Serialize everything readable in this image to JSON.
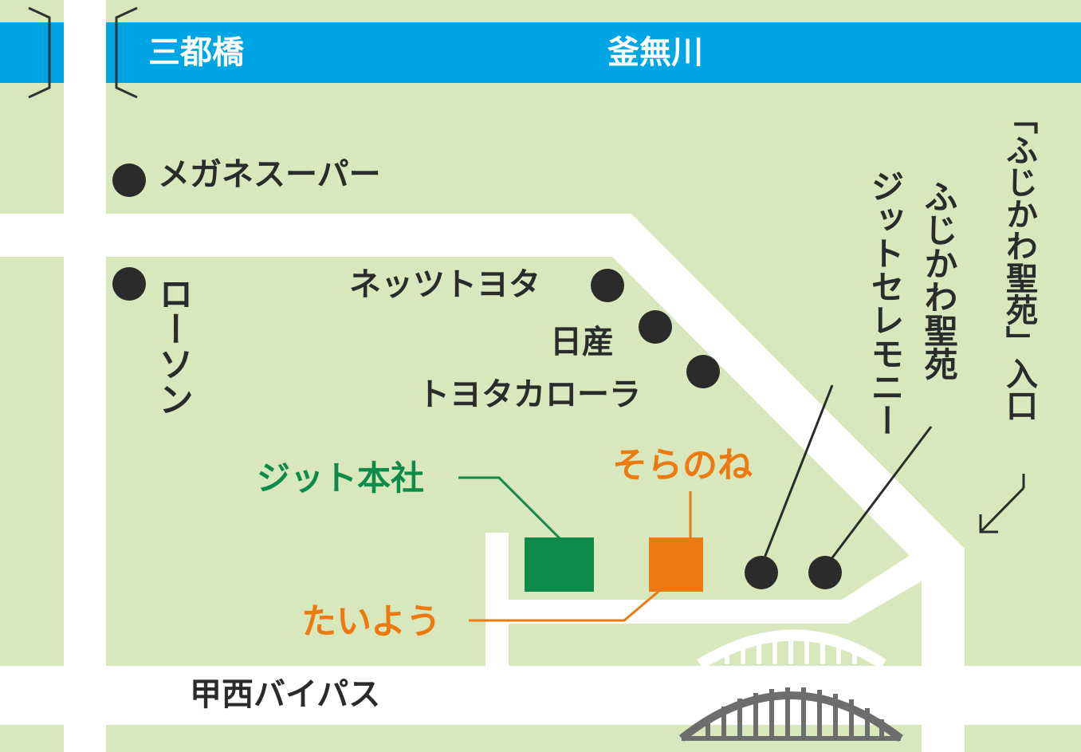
{
  "map": {
    "river": {
      "name": "釜無川",
      "bridge": "三都橋"
    },
    "road": {
      "bypass": "甲西バイパス"
    },
    "landmarks": {
      "megane_super": "メガネスーパー",
      "lawson": "ローソン",
      "netz_toyota": "ネッツトヨタ",
      "nissan": "日産",
      "toyota_corolla": "トヨタカローラ",
      "jit_ceremony": "ジットセレモニー",
      "fujikawa_seien": "ふじかわ聖苑",
      "seien_entrance": "「ふじかわ聖苑」入口"
    },
    "facilities": {
      "jit_hq": "ジット本社",
      "soranone": "そらのね",
      "taiyou": "たいよう"
    },
    "colors": {
      "background": "#d9e8bc",
      "river": "#00a6e3",
      "road": "#ffffff",
      "marker": "#2b2b2b",
      "jit_green": "#0e8a4a",
      "accent_orange": "#ec7a10",
      "bridge_gray": "#6d6d6d"
    }
  }
}
